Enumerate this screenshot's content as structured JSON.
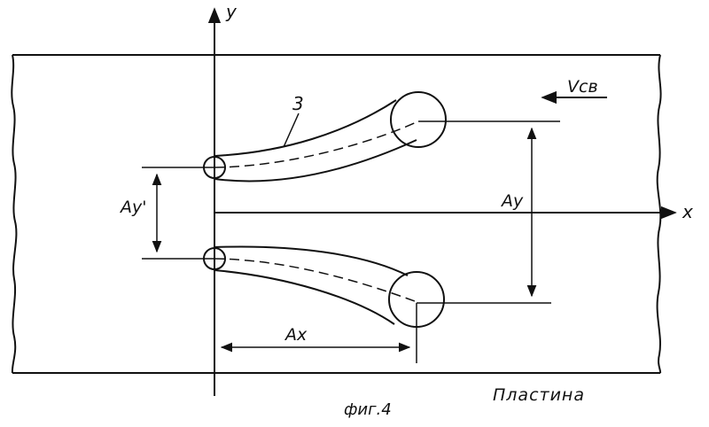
{
  "axes": {
    "y_label": "y",
    "x_label": "x"
  },
  "labels": {
    "velocity": "Vсв",
    "part_number": "3",
    "dim_ay_prime": "Ay'",
    "dim_ay": "Ay",
    "dim_ax": "Ax",
    "figure_caption": "фиг.4",
    "plate_caption": "Пластина"
  },
  "colors": {
    "ink": "#111111",
    "paper": "#ffffff"
  }
}
